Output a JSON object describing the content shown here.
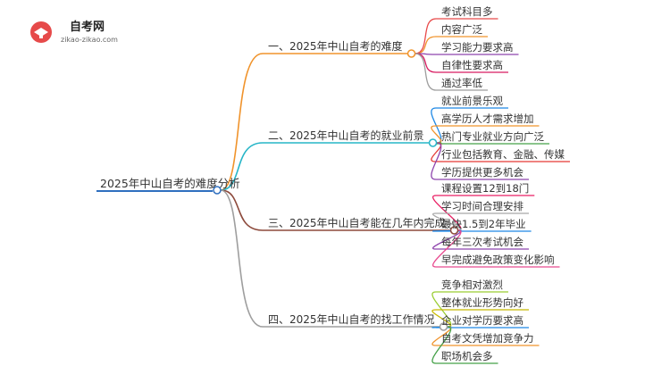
{
  "logo": {
    "title": "自考网",
    "url": "zikao-zikao.com"
  },
  "mindmap": {
    "root": "2025年中山自考的难度分析",
    "branches": [
      {
        "label": "一、2025年中山自考的难度",
        "color": "#f0932b",
        "children": [
          {
            "label": "考试科目多",
            "color": "#e84a4a"
          },
          {
            "label": "内容广泛",
            "color": "#f0932b"
          },
          {
            "label": "学习能力要求高",
            "color": "#8e44ad"
          },
          {
            "label": "自律性要求高",
            "color": "#d81b60"
          },
          {
            "label": "通过率低",
            "color": "#9e9e9e"
          }
        ]
      },
      {
        "label": "二、2025年中山自考的就业前景",
        "color": "#26b5c7",
        "children": [
          {
            "label": "就业前景乐观",
            "color": "#1e88e5"
          },
          {
            "label": "高学历人才需求增加",
            "color": "#f0932b"
          },
          {
            "label": "热门专业就业方向广泛",
            "color": "#43a047"
          },
          {
            "label": "行业包括教育、金融、传媒",
            "color": "#e53935"
          },
          {
            "label": "学历提供更多机会",
            "color": "#8e44ad"
          }
        ]
      },
      {
        "label": "三、2025年中山自考能在几年内完成",
        "color": "#8d4a3c",
        "children": [
          {
            "label": "课程设置12到18门",
            "color": "#e91e63"
          },
          {
            "label": "学习时间合理安排",
            "color": "#a8a8a8"
          },
          {
            "label": "最快1.5到2年毕业",
            "color": "#1e88e5"
          },
          {
            "label": "每年三次考试机会",
            "color": "#8e44ad"
          },
          {
            "label": "早完成避免政策变化影响",
            "color": "#e84a8f"
          }
        ]
      },
      {
        "label": "四、2025年中山自考的找工作情况",
        "color": "#9e9e9e",
        "children": [
          {
            "label": "竞争相对激烈",
            "color": "#9acd32"
          },
          {
            "label": "整体就业形势向好",
            "color": "#c8b900"
          },
          {
            "label": "企业对学历要求高",
            "color": "#1e88e5"
          },
          {
            "label": "自考文凭增加竞争力",
            "color": "#f0932b"
          },
          {
            "label": "职场机会多",
            "color": "#43a047"
          }
        ]
      }
    ]
  }
}
